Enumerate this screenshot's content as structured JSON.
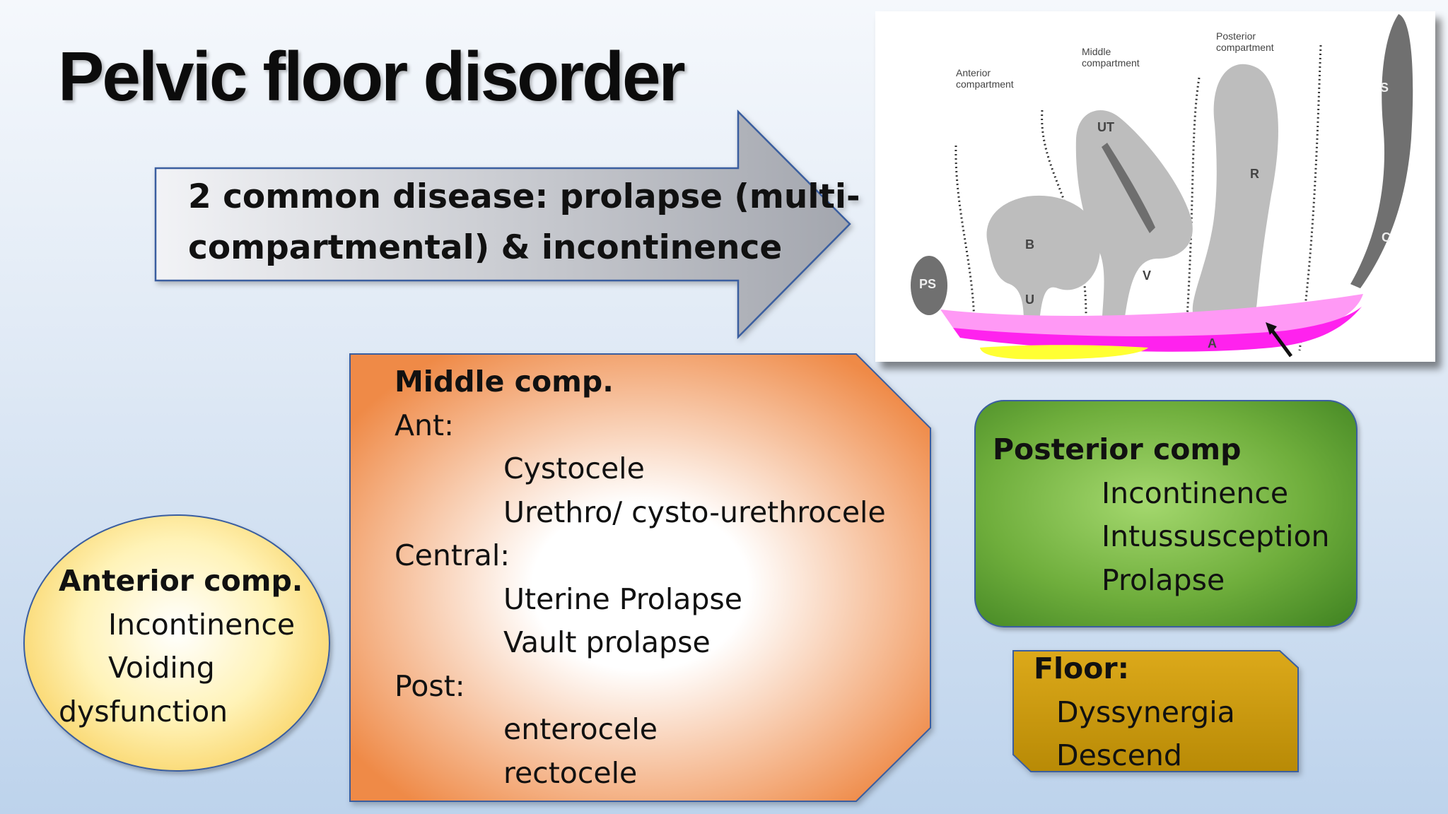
{
  "slide": {
    "title": "Pelvic floor disorder"
  },
  "arrow": {
    "line1": "2 common disease: prolapse (multi-",
    "line2": "compartmental) & incontinence",
    "fill_light": "#f2f3f6",
    "fill_dark": "#a3a6ae"
  },
  "middle_comp": {
    "heading": "Middle comp.",
    "ant_label": "Ant:",
    "ant_items": [
      "Cystocele",
      "Urethro/ cysto-urethrocele"
    ],
    "central_label": "Central:",
    "central_items": [
      "Uterine Prolapse",
      "Vault prolapse"
    ],
    "post_label": "Post:",
    "post_items": [
      "enterocele",
      "rectocele"
    ],
    "color": "#ef8a47"
  },
  "anterior_comp": {
    "heading": "Anterior comp.",
    "items": [
      "Incontinence",
      "Voiding"
    ],
    "wrap": "dysfunction",
    "color": "#f6c238"
  },
  "posterior_comp": {
    "heading": "Posterior comp",
    "items": [
      "Incontinence",
      "Intussusception",
      "Prolapse"
    ],
    "color": "#5b9c31"
  },
  "floor": {
    "heading": "Floor:",
    "items": [
      "Dyssynergia",
      "Descend"
    ],
    "color": "#c9980c"
  },
  "figure": {
    "compartments": {
      "anterior": [
        "Anterior",
        "compartment"
      ],
      "middle": [
        "Middle",
        "compartment"
      ],
      "posterior": [
        "Posterior",
        "compartment"
      ]
    },
    "organs": {
      "ps": "PS",
      "bladder": "B",
      "urethra": "U",
      "uterus": "UT",
      "vagina": "V",
      "rectum": "R",
      "anus": "A",
      "sacrum": "S",
      "coccyx": "C"
    },
    "colors": {
      "organ": "#bdbdbd",
      "muscle": "#ff22ee",
      "muscle_light": "#ff99f5",
      "sphincter": "#ffff33",
      "bone": "#707070"
    }
  }
}
